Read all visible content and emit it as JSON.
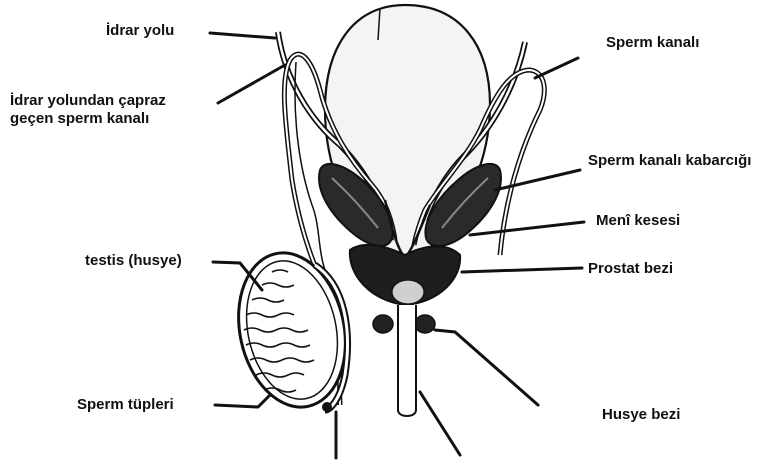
{
  "labels": {
    "idrar_yolu": "İdrar yolu",
    "capraz": "İdrar yolundan çapraz geçen sperm kanalı",
    "testis": "testis (husye)",
    "sperm_tupleri": "Sperm tüpleri",
    "sperm_kanali": "Sperm kanalı",
    "kabarcigi": "Sperm kanalı kabarcığı",
    "meni_kesesi": "Menî kesesi",
    "prostat": "Prostat bezi",
    "husye_bezi": "Husye bezi"
  },
  "colors": {
    "ink": "#111111",
    "paper": "#ffffff",
    "bladder": "#f4f4f4",
    "gland": "#222222"
  }
}
